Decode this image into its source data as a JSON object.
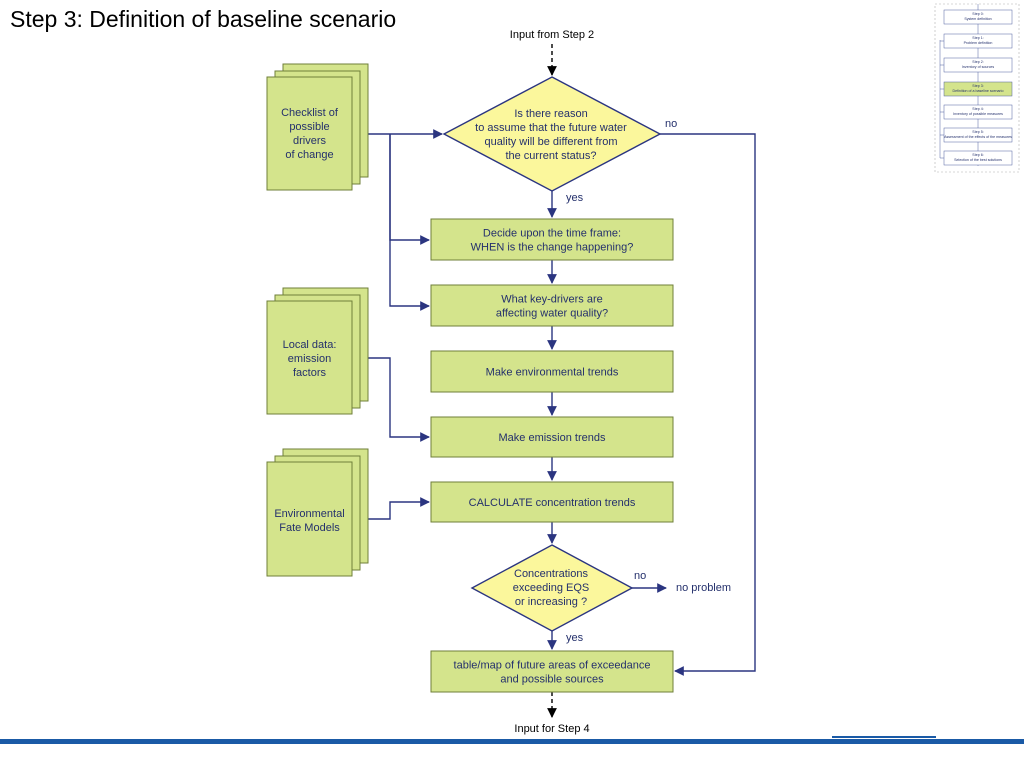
{
  "title": "Step 3: Definition of baseline scenario",
  "input_from": "Input from Step 2",
  "input_for": "Input for Step 4",
  "decision1": {
    "lines": [
      "Is there reason",
      "to assume that the future water",
      "quality will be different from",
      "the current status?"
    ],
    "no_label": "no",
    "yes_label": "yes"
  },
  "decision2": {
    "lines": [
      "Concentrations",
      "exceeding EQS",
      "or increasing ?"
    ],
    "no_label": "no",
    "yes_label": "yes",
    "no_result": "no problem"
  },
  "process_boxes": [
    {
      "lines": [
        "Decide upon the time frame:",
        "WHEN is the change happening?"
      ]
    },
    {
      "lines": [
        "What key-drivers are",
        "affecting water quality?"
      ]
    },
    {
      "lines": [
        "Make environmental trends"
      ]
    },
    {
      "lines": [
        "Make emission trends"
      ]
    },
    {
      "lines": [
        "CALCULATE concentration trends"
      ]
    },
    {
      "lines": [
        "table/map of future areas of exceedance",
        "and possible sources"
      ]
    }
  ],
  "documents": [
    {
      "lines": [
        "Checklist of",
        "possible",
        "drivers",
        "of change"
      ]
    },
    {
      "lines": [
        "Local data:",
        "emission",
        "factors"
      ]
    },
    {
      "lines": [
        "Environmental",
        "Fate Models"
      ]
    }
  ],
  "thumbnail": {
    "items": [
      {
        "lines": [
          "Step 0:",
          "System definition"
        ],
        "highlight": false
      },
      {
        "lines": [
          "Step 1:",
          "Problem definition"
        ],
        "highlight": false
      },
      {
        "lines": [
          "Step 2:",
          "Inventory of sources"
        ],
        "highlight": false
      },
      {
        "lines": [
          "Step 3:",
          "Definition of a baseline scenario"
        ],
        "highlight": true
      },
      {
        "lines": [
          "Step 4:",
          "Inventory of possible measures"
        ],
        "highlight": false
      },
      {
        "lines": [
          "Step 5:",
          "Assessment of the effects of the measures"
        ],
        "highlight": false
      },
      {
        "lines": [
          "Step 6:",
          "Selection of the best solutions"
        ],
        "highlight": false
      }
    ]
  },
  "colors": {
    "box_fill": "#d4e48c",
    "box_stroke": "#6f7f3a",
    "diamond_fill": "#fbf79c",
    "arrow": "#2b3580",
    "text": "#24306c",
    "bar": "#1a5aa6"
  }
}
